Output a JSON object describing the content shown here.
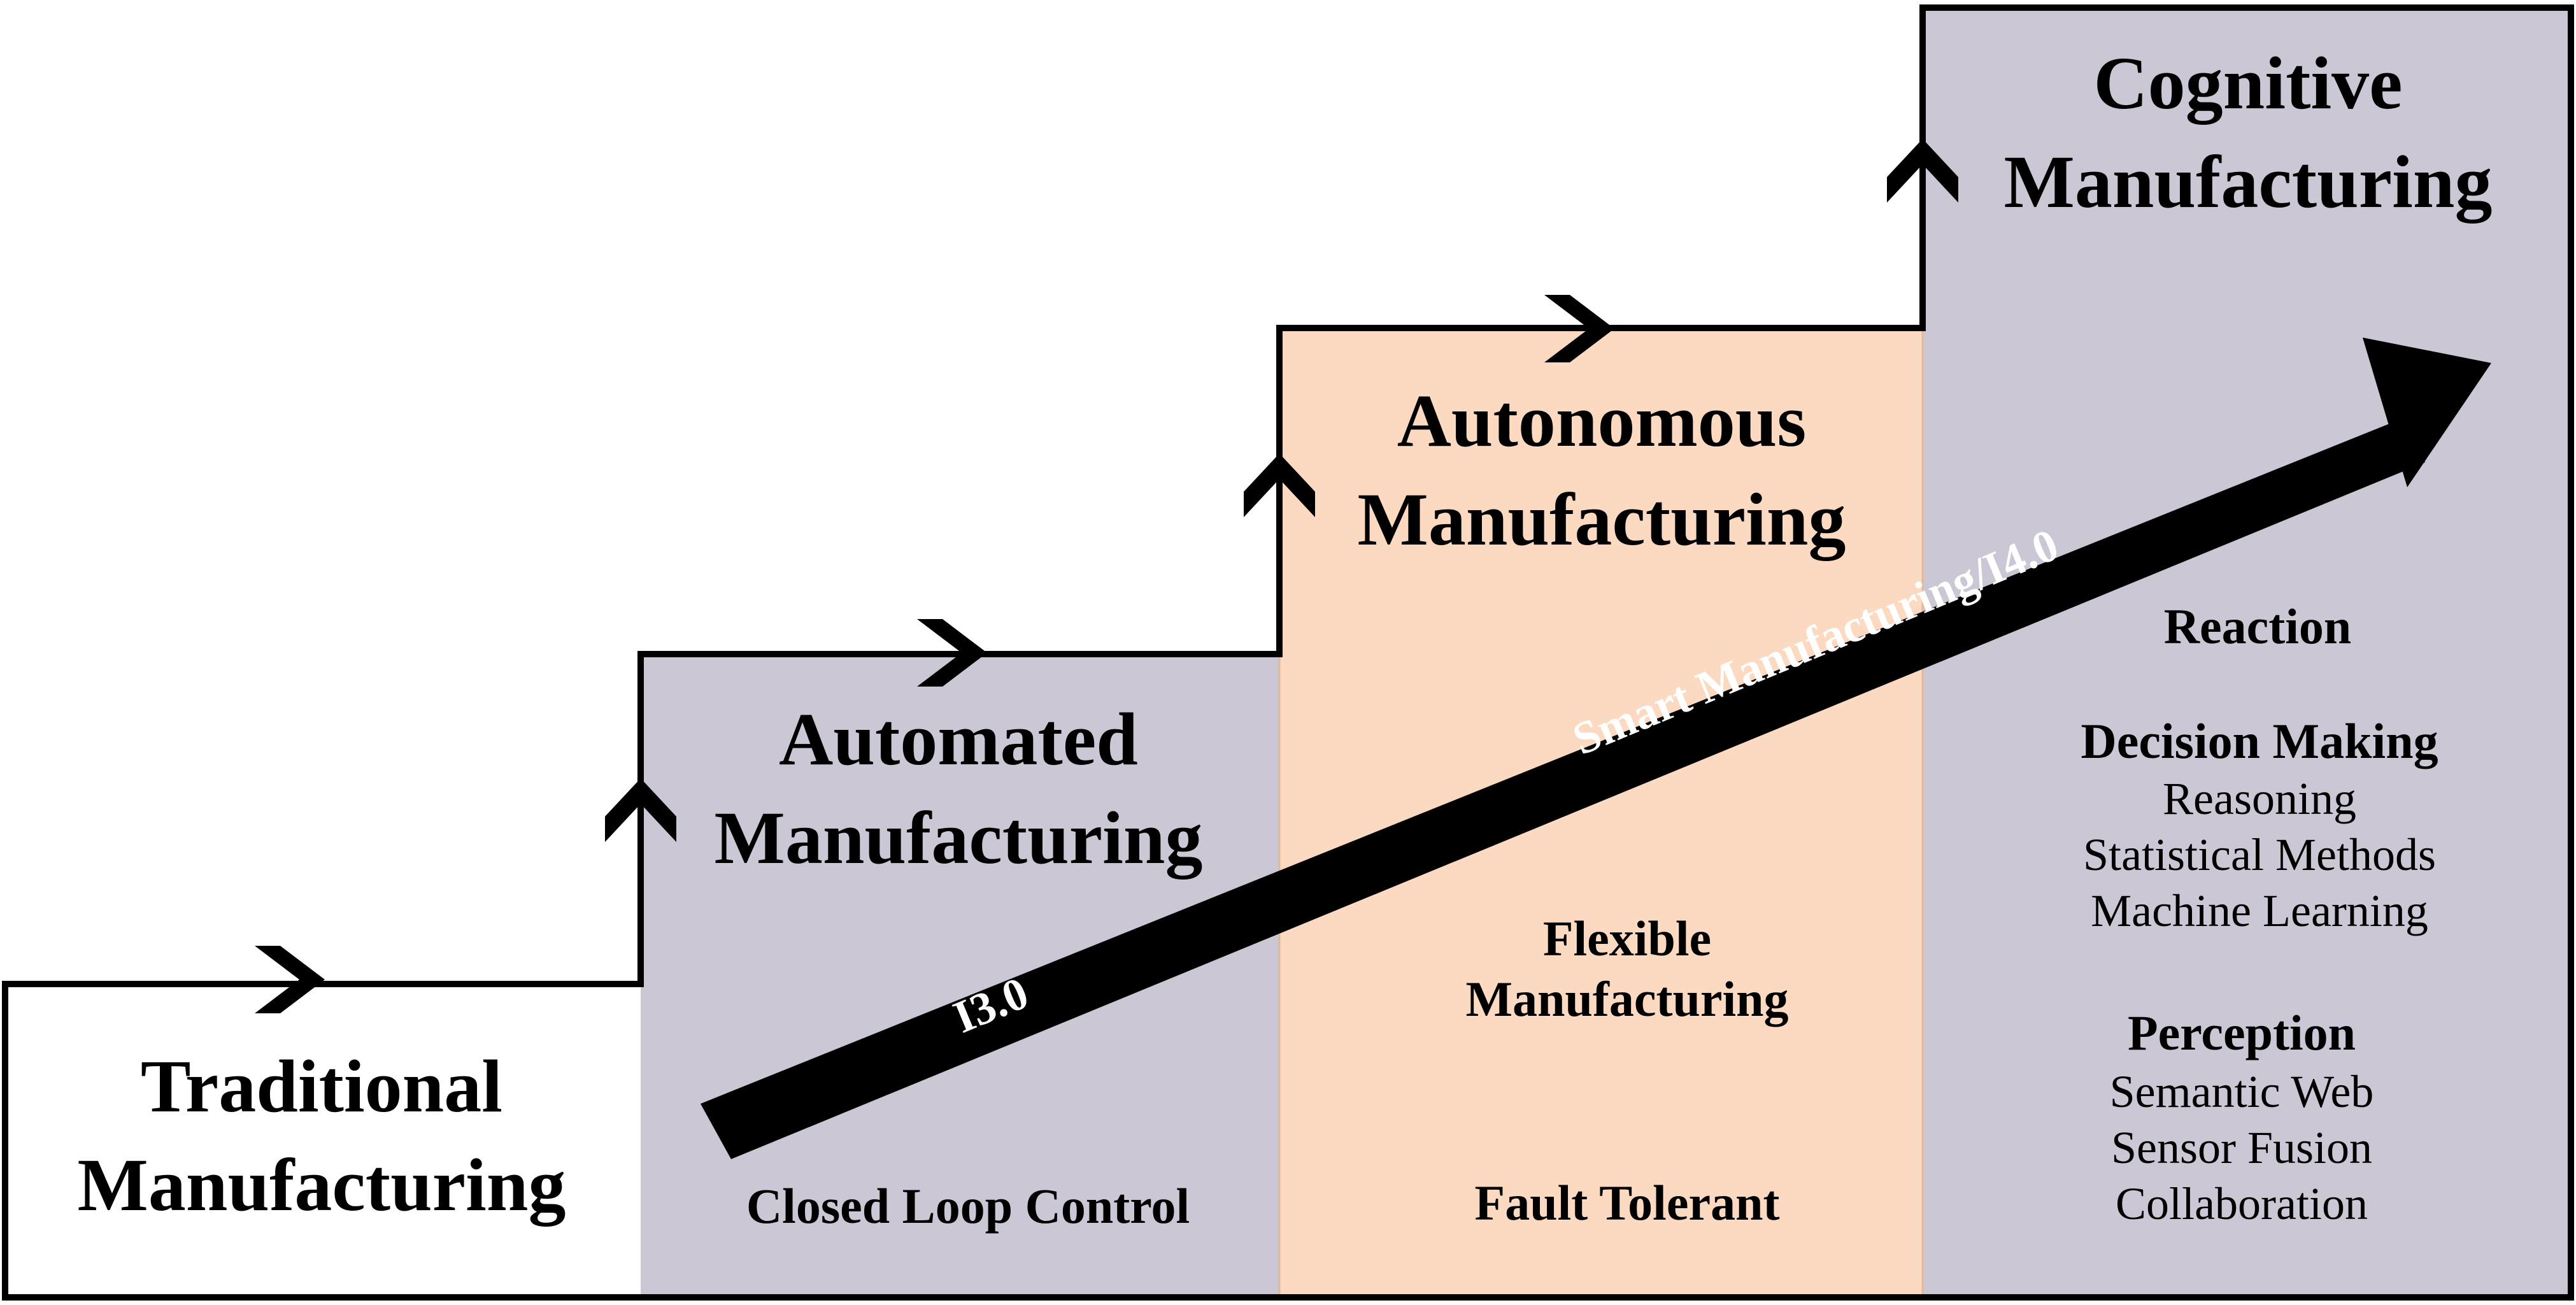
{
  "colors": {
    "background": "#ffffff",
    "outline": "#000000",
    "lavender": "#ccc7d4",
    "peach": "#fcdac2",
    "arrow": "#000000",
    "arrow_text": "#ffffff",
    "text": "#000000"
  },
  "stages": [
    {
      "title_line1": "Traditional",
      "title_line2": "Manufacturing",
      "fill": "white",
      "items": []
    },
    {
      "title_line1": "Automated",
      "title_line2": "Manufacturing",
      "fill": "lavender",
      "items": [
        "Closed Loop Control"
      ]
    },
    {
      "title_line1": "Autonomous",
      "title_line2": "Manufacturing",
      "fill": "peach",
      "items": [
        "Flexible",
        "Manufacturing",
        "Fault Tolerant"
      ]
    },
    {
      "title_line1": "Cognitive",
      "title_line2": "Manufacturing",
      "fill": "lavender",
      "capabilities": {
        "reaction": "Reaction",
        "decision_making": "Decision Making",
        "decision_items": [
          "Reasoning",
          "Statistical Methods",
          "Machine Learning"
        ],
        "perception": "Perception",
        "perception_items": [
          "Semantic Web",
          "Sensor Fusion",
          "Collaboration"
        ]
      }
    }
  ],
  "arrow": {
    "label_start": "I3.0",
    "label_end": "Smart Manufacturing/I4.0"
  },
  "icons": [
    "chevron-right-icon",
    "chevron-up-icon"
  ]
}
